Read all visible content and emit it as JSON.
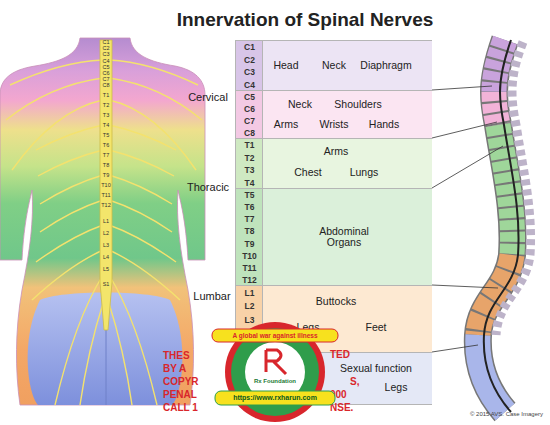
{
  "diagram": {
    "title": "Innervation of Spinal Nerves",
    "nodes": [
      {
        "text": [
          "C1",
          "C2",
          "C3",
          "C4",
          "Head",
          "Neck",
          "Diaphragm"
        ]
      },
      {
        "text": [
          "C5",
          "C6",
          "C7",
          "C8",
          "Neck",
          "Shoulders",
          "Arms",
          "Wrists",
          "Hands"
        ]
      },
      {
        "text": [
          "T1",
          "T2",
          "T3",
          "T4",
          "Arms",
          "Chest",
          "Lungs"
        ]
      },
      {
        "text": [
          "T5",
          "T6",
          "T7",
          "T8",
          "T9",
          "T10",
          "T11",
          "T12",
          "Abdominal Organs"
        ]
      },
      {
        "text": [
          "L1",
          "L2",
          "L3",
          "L4",
          "L5",
          "Buttocks",
          "Legs",
          "Feet"
        ]
      },
      {
        "text": [
          "Sexual function",
          "Legs"
        ]
      }
    ],
    "labels": [
      "C1",
      "C2",
      "C3",
      "C4",
      "C5",
      "C6",
      "C7",
      "C8",
      "T1",
      "T2",
      "T3",
      "T4",
      "T5",
      "T6",
      "T7",
      "T8",
      "T9",
      "T10",
      "T11",
      "T12",
      "L1",
      "L2",
      "L3",
      "L4",
      "L5",
      "S1",
      "Cervical",
      "Thoracic",
      "Lumbar",
      "THES",
      "TED",
      "BY A",
      "COPYR",
      "S,",
      "PENAL",
      "000",
      "CALL 1",
      "NSE.",
      "A global war against illness",
      "Rx Foundation",
      "https://www.rxharun.com",
      "© 2015 AVS. Case Imagery"
    ]
  }
}
